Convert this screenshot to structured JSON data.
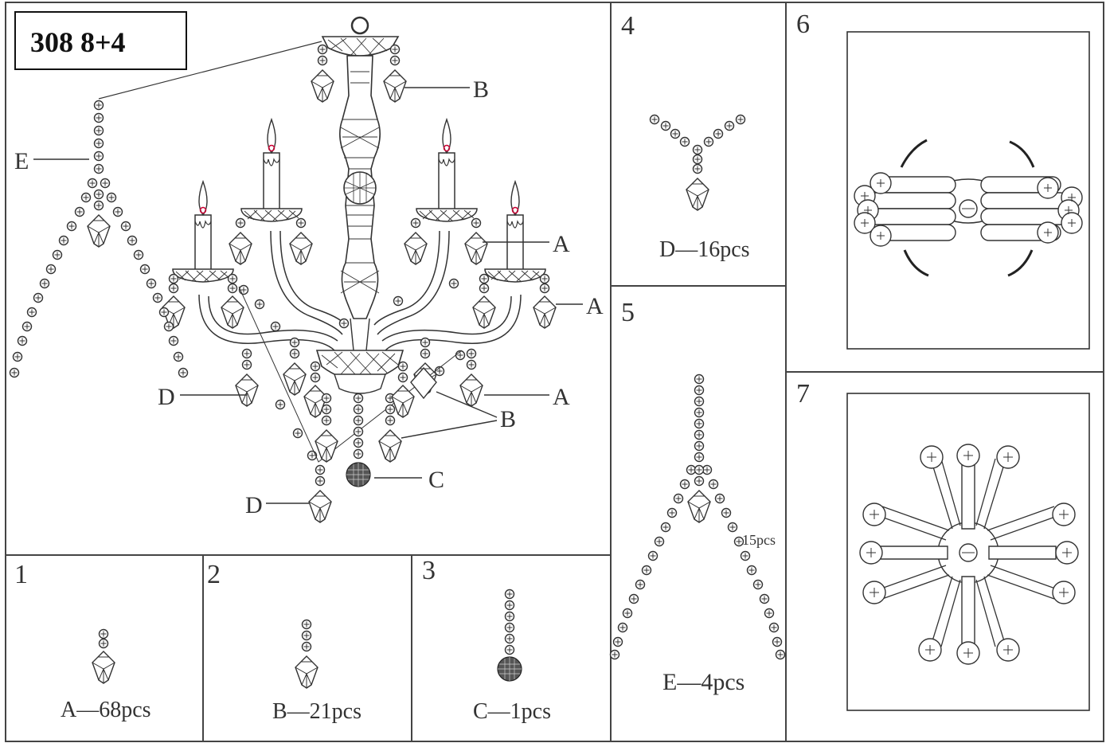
{
  "title": "308 8+4",
  "main": {
    "callouts": {
      "b_top": "B",
      "e": "E",
      "a1": "A",
      "a2": "A",
      "a3": "A",
      "d1": "D",
      "b_mid": "B",
      "c": "C",
      "d2": "D"
    }
  },
  "panels": [
    {
      "number": "1",
      "caption": "A—68pcs"
    },
    {
      "number": "2",
      "caption": "B—21pcs"
    },
    {
      "number": "3",
      "caption": "C—1pcs"
    },
    {
      "number": "4",
      "caption": "D—16pcs"
    },
    {
      "number": "5",
      "caption": "E—4pcs",
      "side_label": "15pcs"
    },
    {
      "number": "6"
    },
    {
      "number": "7"
    }
  ]
}
